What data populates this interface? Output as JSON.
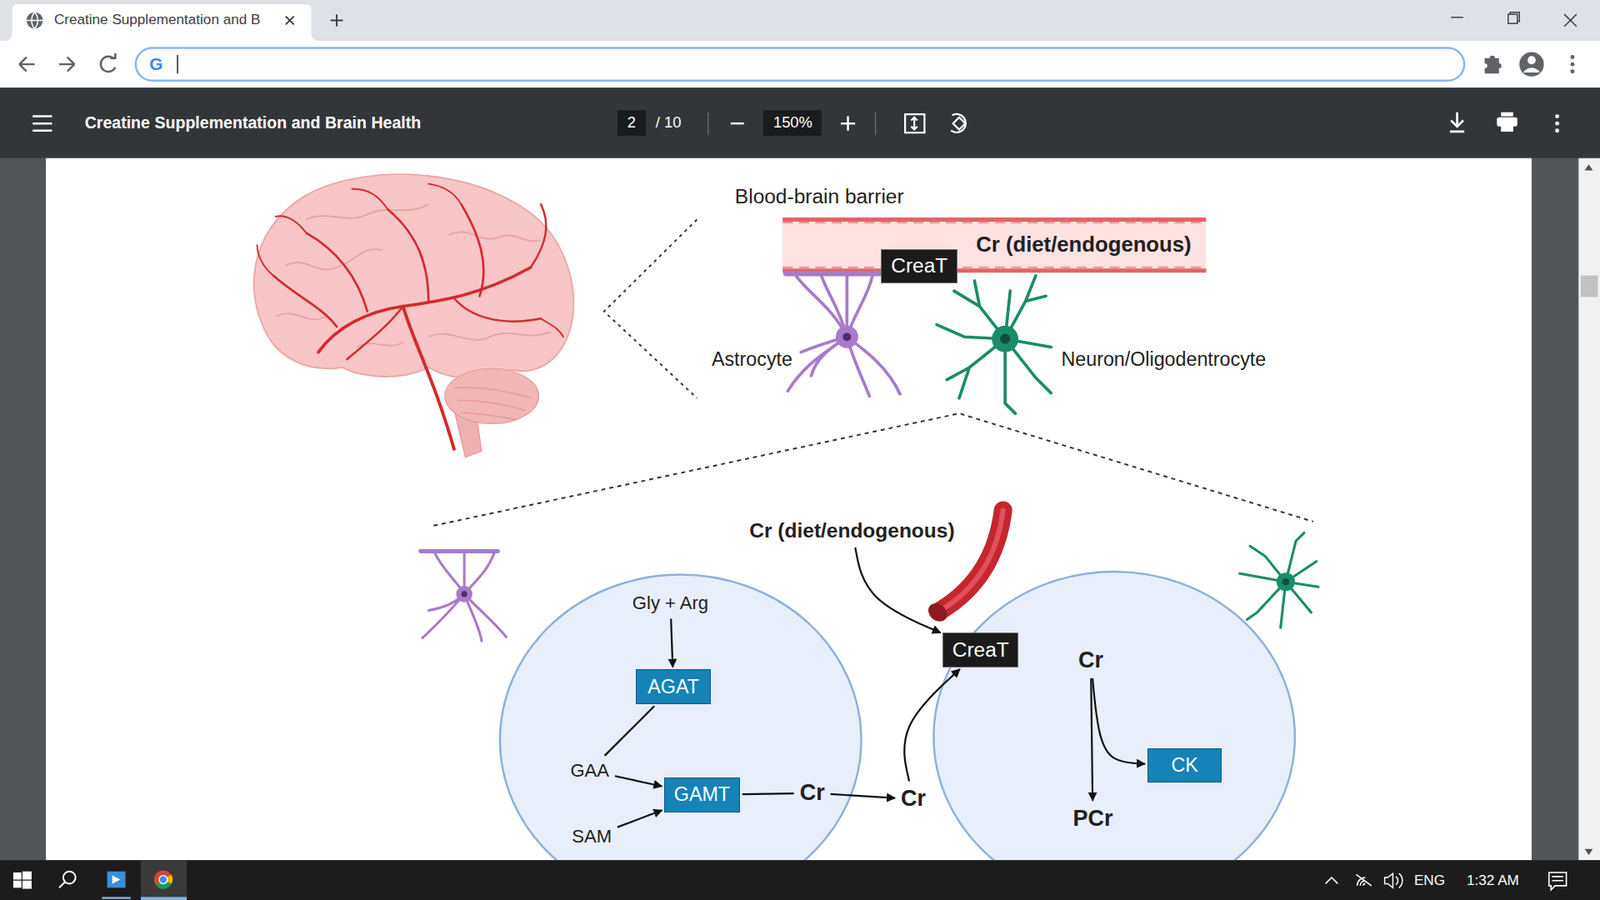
{
  "diagram": {
    "nodes": [
      {
        "text": [
          "CreaT"
        ]
      },
      {
        "text": [
          "Cr (diet/endogenous)"
        ]
      },
      {
        "text": [
          "Gly + Arg"
        ]
      },
      {
        "text": [
          "AGAT"
        ]
      },
      {
        "text": [
          "CreaT"
        ]
      },
      {
        "text": [
          "Cr"
        ]
      },
      {
        "text": [
          "GAA"
        ]
      },
      {
        "text": [
          "GAMT"
        ]
      },
      {
        "text": [
          "Cr"
        ]
      },
      {
        "text": [
          "Cr"
        ]
      },
      {
        "text": [
          "CK"
        ]
      },
      {
        "text": [
          "SAM"
        ]
      },
      {
        "text": [
          "PCr"
        ]
      }
    ],
    "edges": [
      {
        "from": 1,
        "to": 4,
        "arrow": "to"
      },
      {
        "from": 2,
        "to": 3,
        "arrow": "to"
      },
      {
        "from": 3,
        "to": 6,
        "arrow": "none"
      },
      {
        "from": 6,
        "to": 7,
        "arrow": "to"
      },
      {
        "from": 11,
        "to": 7,
        "arrow": "to"
      },
      {
        "from": 7,
        "to": 8,
        "arrow": "none"
      },
      {
        "from": 8,
        "to": 9,
        "arrow": "to"
      },
      {
        "from": 9,
        "to": 4,
        "arrow": "to"
      },
      {
        "from": 5,
        "to": 12,
        "arrow": "to"
      },
      {
        "from": 5,
        "to": 10,
        "arrow": "to"
      }
    ],
    "labels": [
      "Creatine Supplementation and B",
      "G",
      "Creatine Supplementation and Brain Health",
      "2",
      "/ 10",
      "150%",
      "Blood-brain barrier",
      "Cr (diet/endogenous)",
      "Astrocyte",
      "Neuron/Oligodentrocyte",
      "ENG",
      "1:32 AM"
    ]
  }
}
